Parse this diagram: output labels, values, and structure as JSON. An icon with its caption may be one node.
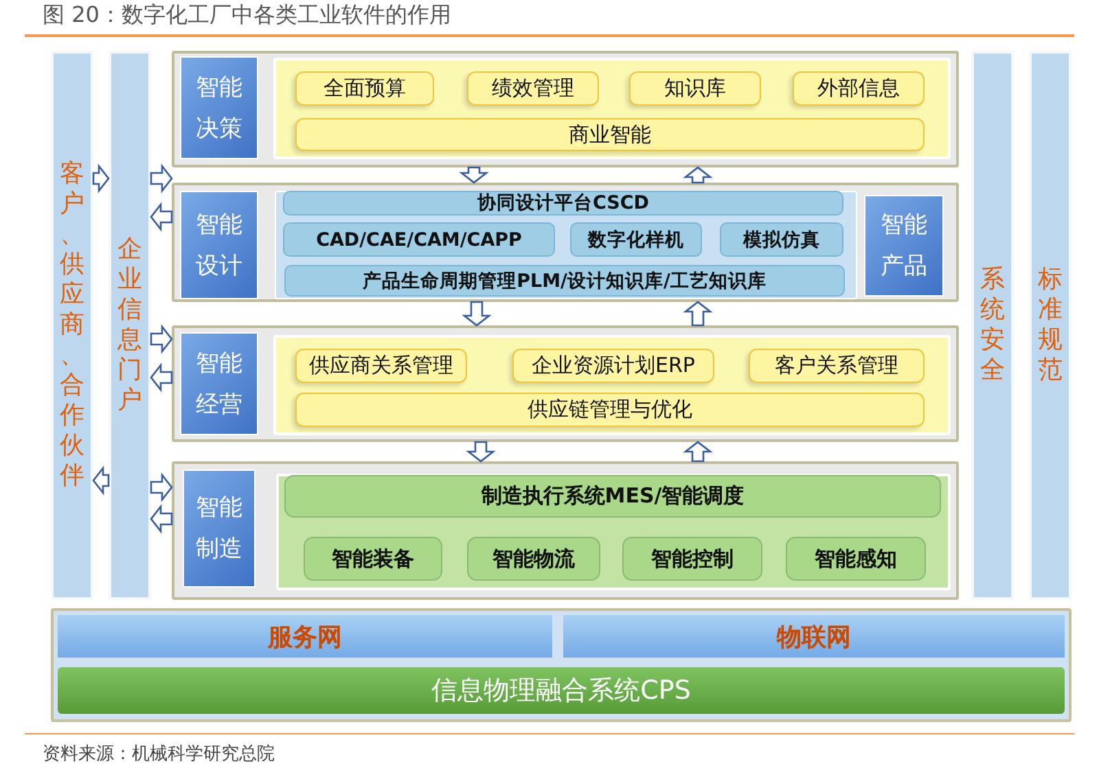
{
  "diagram": {
    "title": "图 20：数字化工厂中各类工业软件的作用",
    "caption": "资料来源：机械科学研究总院",
    "nodes": [
      {
        "text": [
          "客户、供应商、合作伙伴"
        ]
      },
      {
        "text": [
          "企业信息门户"
        ]
      },
      {
        "text": [],
        "shape": "box"
      },
      {
        "text": [
          "智能决策"
        ],
        "in": 2
      },
      {
        "text": [],
        "shape": "box",
        "in": 2
      },
      {
        "text": [
          "全面预算"
        ],
        "in": 4
      },
      {
        "text": [
          "绩效管理"
        ],
        "in": 4
      },
      {
        "text": [
          "知识库"
        ],
        "in": 4
      },
      {
        "text": [
          "外部信息"
        ],
        "in": 4
      },
      {
        "text": [
          "商业智能"
        ],
        "in": 4
      },
      {
        "text": [],
        "shape": "box"
      },
      {
        "text": [
          "智能设计"
        ],
        "in": 10
      },
      {
        "text": [],
        "shape": "box",
        "in": 10
      },
      {
        "text": [
          "协同设计平台CSCD"
        ],
        "in": 12
      },
      {
        "text": [
          "CAD/CAE/CAM/CAPP"
        ],
        "in": 12
      },
      {
        "text": [
          "数字化样机"
        ],
        "in": 12
      },
      {
        "text": [
          "模拟仿真"
        ],
        "in": 12
      },
      {
        "text": [
          "产品生命周期管理PLM/设计知识库/工艺知识库"
        ],
        "in": 12
      },
      {
        "text": [
          "智能产品"
        ],
        "in": 10
      },
      {
        "text": [],
        "shape": "box"
      },
      {
        "text": [
          "智能经营"
        ],
        "in": 19
      },
      {
        "text": [],
        "shape": "box",
        "in": 19
      },
      {
        "text": [
          "供应商关系管理"
        ],
        "in": 21
      },
      {
        "text": [
          "企业资源计划ERP"
        ],
        "in": 21
      },
      {
        "text": [
          "客户关系管理"
        ],
        "in": 21
      },
      {
        "text": [
          "供应链管理与优化"
        ],
        "in": 21
      },
      {
        "text": [],
        "shape": "box"
      },
      {
        "text": [
          "智能制造"
        ],
        "in": 26
      },
      {
        "text": [],
        "shape": "box",
        "in": 26
      },
      {
        "text": [
          "制造执行系统MES/智能调度"
        ],
        "in": 28
      },
      {
        "text": [
          "智能装备"
        ],
        "in": 28
      },
      {
        "text": [
          "智能物流"
        ],
        "in": 28
      },
      {
        "text": [
          "智能控制"
        ],
        "in": 28
      },
      {
        "text": [
          "智能感知"
        ],
        "in": 28
      },
      {
        "text": [
          "系统安全"
        ]
      },
      {
        "text": [
          "标准规范"
        ]
      },
      {
        "text": [],
        "shape": "box"
      },
      {
        "text": [
          "服务网"
        ],
        "in": 36
      },
      {
        "text": [
          "物联网"
        ],
        "in": 36
      },
      {
        "text": [
          "信息物理融合系统CPS"
        ],
        "in": 36
      }
    ],
    "edges": [
      {
        "from": 0,
        "to": 1,
        "arrow": "to"
      },
      {
        "from": 1,
        "to": 2,
        "arrow": "to"
      },
      {
        "from": 10,
        "to": 1,
        "arrow": "to"
      },
      {
        "from": 1,
        "to": 19,
        "arrow": "to"
      },
      {
        "from": 19,
        "to": 1,
        "arrow": "to"
      },
      {
        "from": 1,
        "to": 0,
        "arrow": "to"
      },
      {
        "from": 1,
        "to": 26,
        "arrow": "to"
      },
      {
        "from": 26,
        "to": 1,
        "arrow": "to"
      },
      {
        "from": 2,
        "to": 10,
        "arrow": "to"
      },
      {
        "from": 10,
        "to": 2,
        "arrow": "to"
      },
      {
        "from": 10,
        "to": 19,
        "arrow": "to"
      },
      {
        "from": 19,
        "to": 10,
        "arrow": "to"
      },
      {
        "from": 19,
        "to": 26,
        "arrow": "to"
      },
      {
        "from": 26,
        "to": 19,
        "arrow": "to"
      }
    ]
  }
}
